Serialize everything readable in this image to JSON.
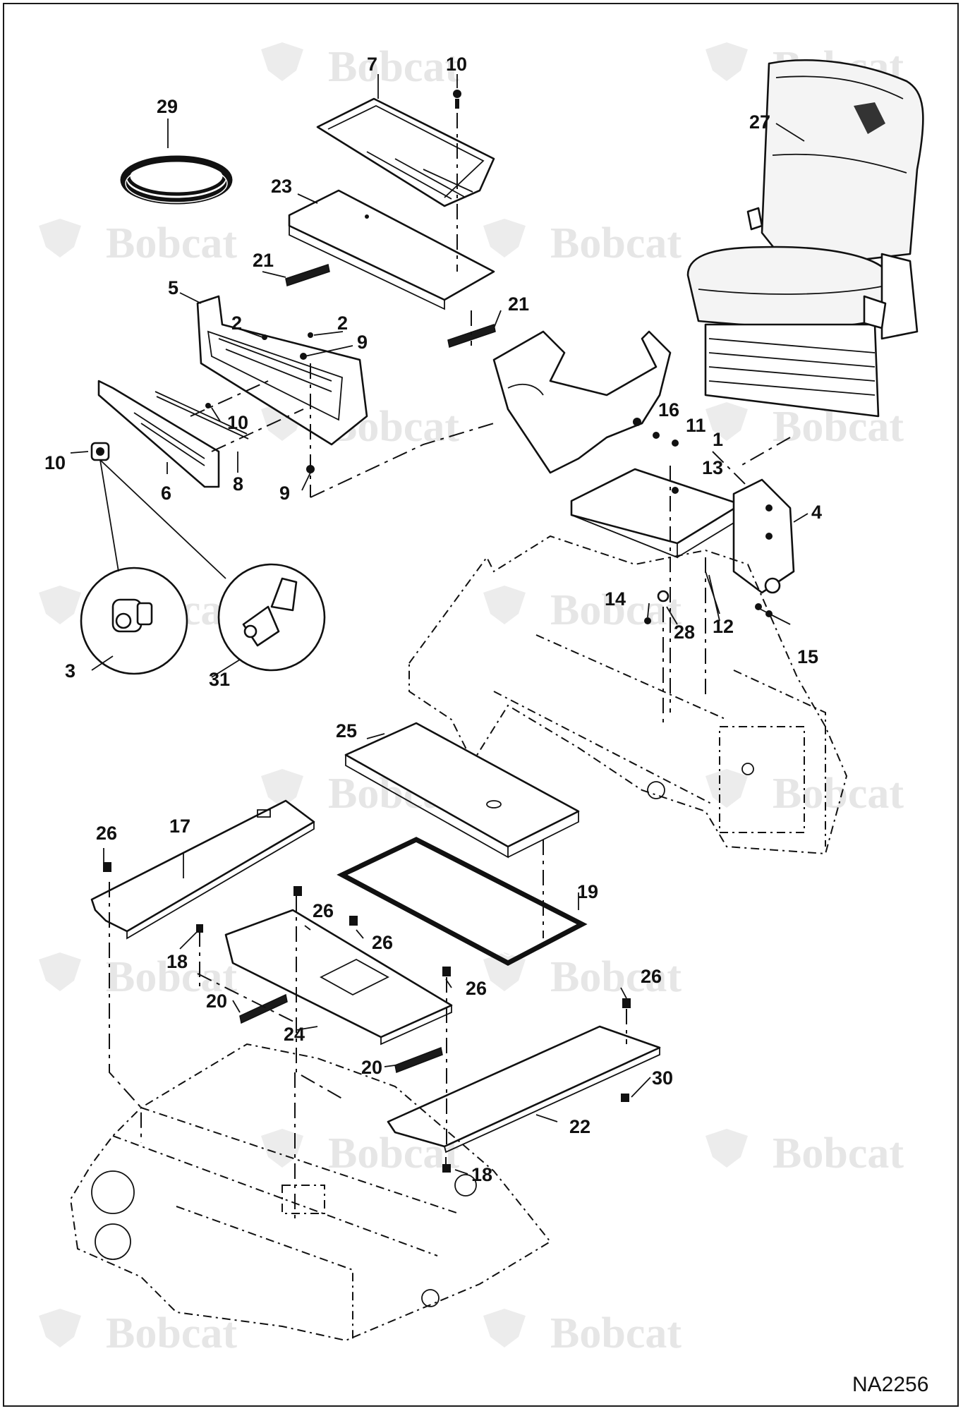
{
  "drawing_code": "NA2256",
  "watermark": {
    "brand": "Bobcat",
    "color": "#e6e6e6"
  },
  "callouts": {
    "c1": "1",
    "c2a": "2",
    "c2b": "2",
    "c3": "3",
    "c4": "4",
    "c5": "5",
    "c6": "6",
    "c7": "7",
    "c8": "8",
    "c9a": "9",
    "c9b": "9",
    "c10a": "10",
    "c10b": "10",
    "c10c": "10",
    "c11": "11",
    "c12": "12",
    "c13": "13",
    "c14": "14",
    "c15": "15",
    "c16": "16",
    "c17": "17",
    "c18a": "18",
    "c18b": "18",
    "c19": "19",
    "c20a": "20",
    "c20b": "20",
    "c21a": "21",
    "c21b": "21",
    "c22": "22",
    "c23": "23",
    "c24": "24",
    "c25": "25",
    "c26a": "26",
    "c26b": "26",
    "c26c": "26",
    "c26d": "26",
    "c26e": "26",
    "c27": "27",
    "c28": "28",
    "c29": "29",
    "c30": "30",
    "c31": "31"
  }
}
